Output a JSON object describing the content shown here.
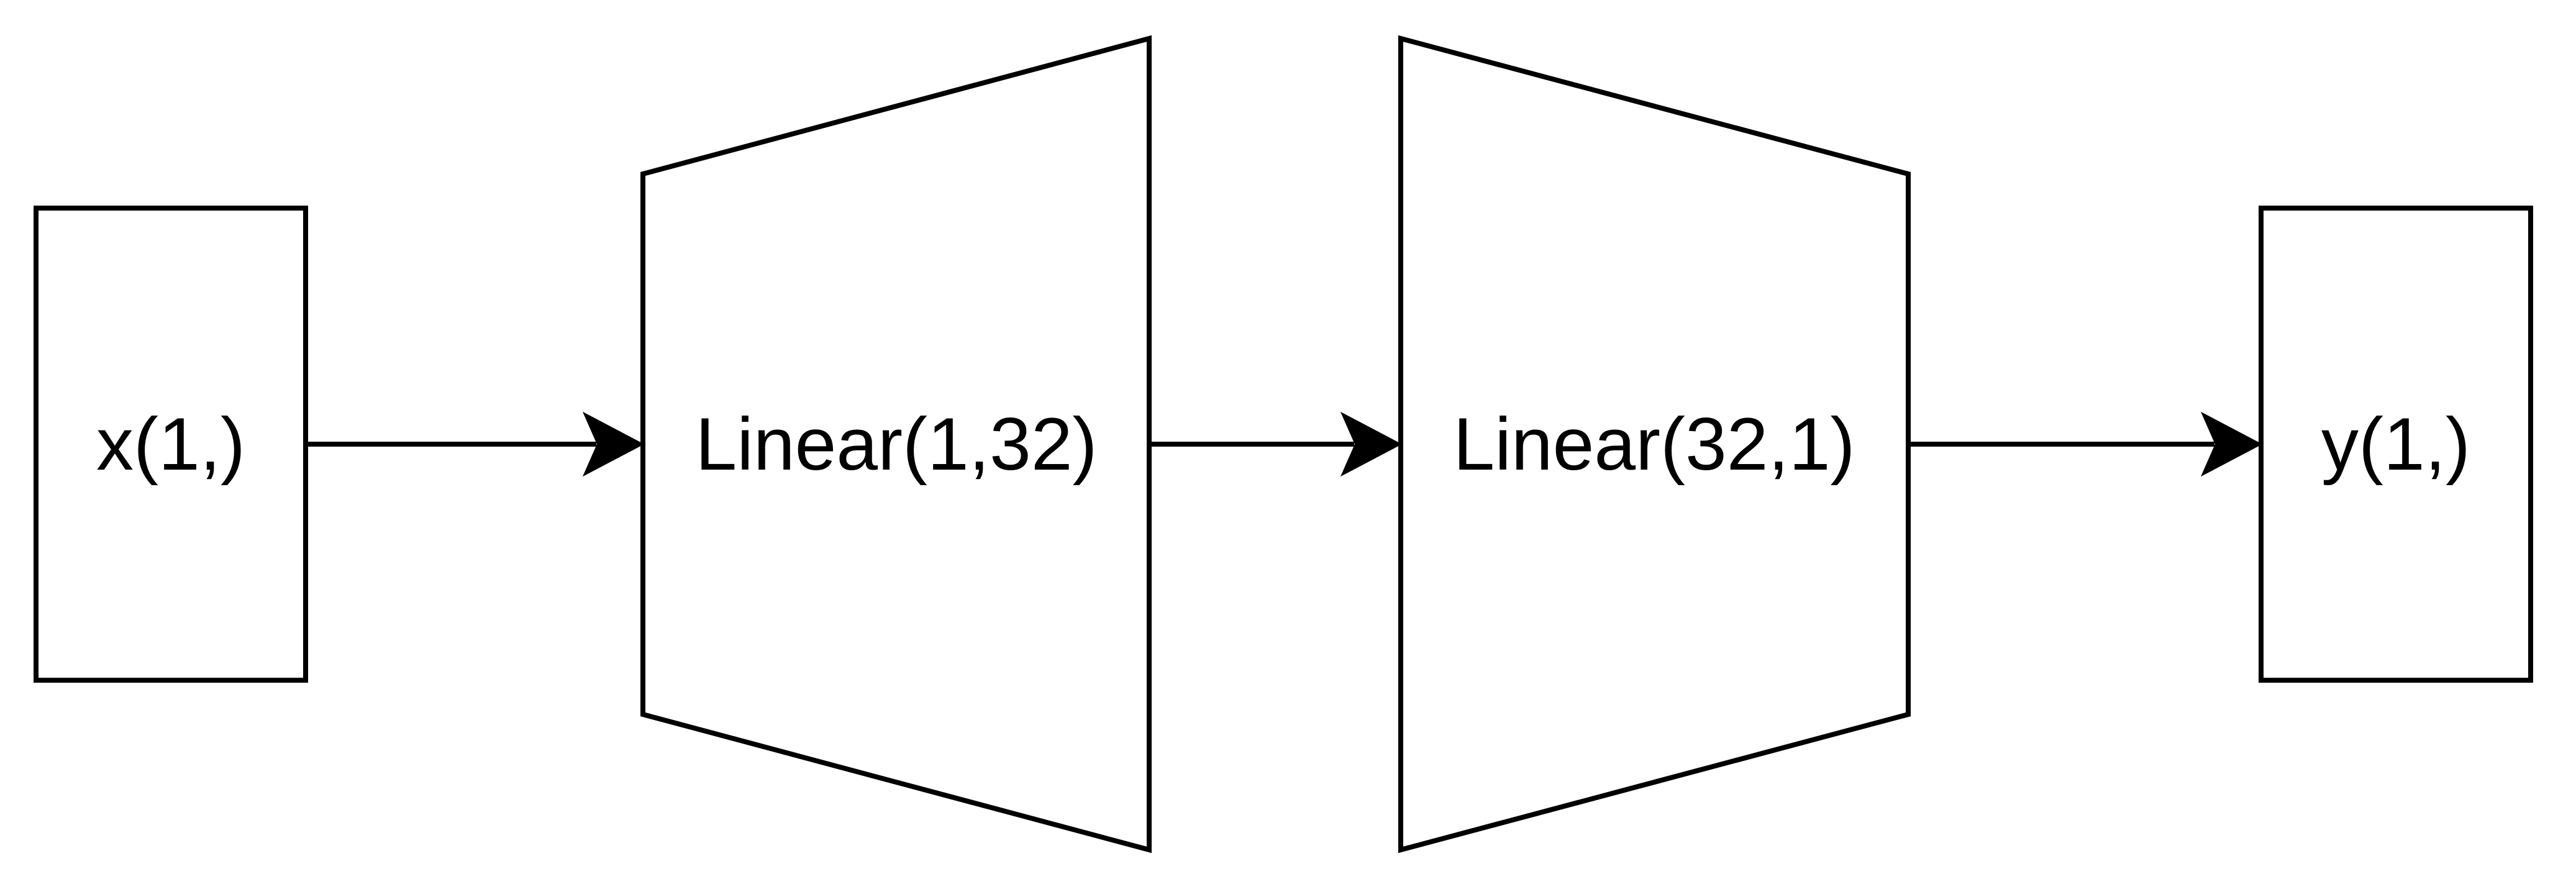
{
  "diagram": {
    "nodes": {
      "input": {
        "label": "x(1,)"
      },
      "linear1": {
        "label": "Linear(1,32)"
      },
      "linear2": {
        "label": "Linear(32,1)"
      },
      "output": {
        "label": "y(1,)"
      }
    },
    "edges": [
      {
        "from": "input",
        "to": "linear1"
      },
      {
        "from": "linear1",
        "to": "linear2"
      },
      {
        "from": "linear2",
        "to": "output"
      }
    ]
  }
}
